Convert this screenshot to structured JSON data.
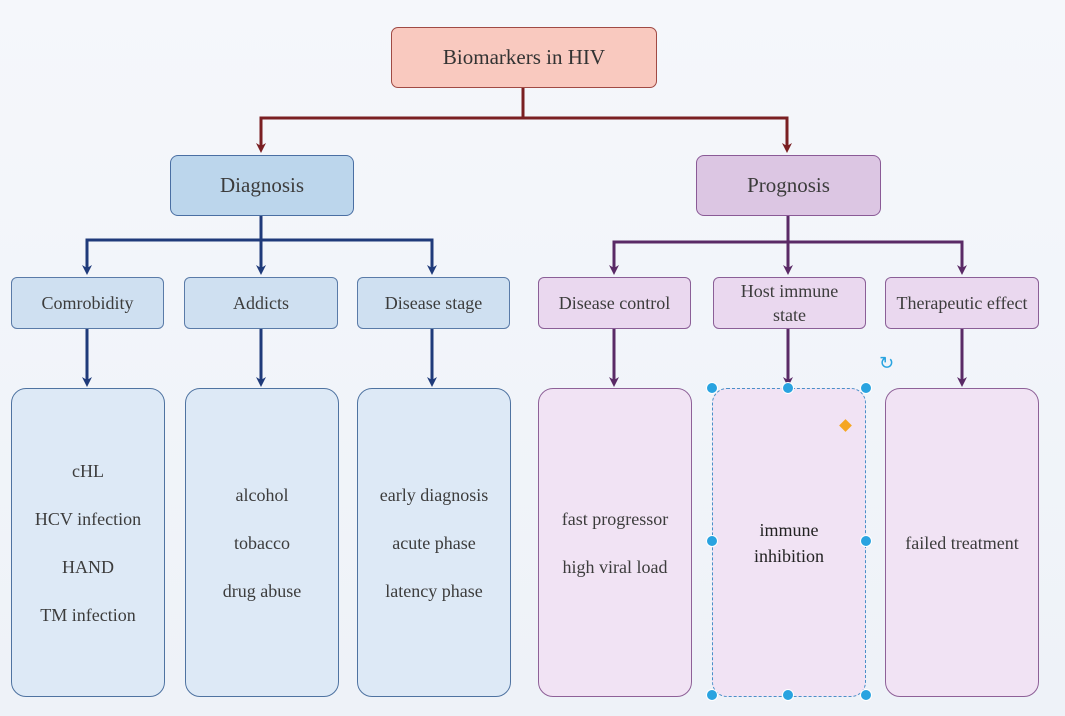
{
  "root": {
    "label": "Biomarkers in HIV"
  },
  "categories": {
    "diagnosis": {
      "label": "Diagnosis"
    },
    "prognosis": {
      "label": "Prognosis"
    }
  },
  "diagnosis_subs": [
    {
      "label": "Comrobidity",
      "items": [
        "cHL",
        "HCV infection",
        "HAND",
        "TM infection"
      ]
    },
    {
      "label": "Addicts",
      "items": [
        "alcohol",
        "tobacco",
        "drug abuse"
      ]
    },
    {
      "label": "Disease stage",
      "items": [
        "early diagnosis",
        "acute phase",
        "latency phase"
      ]
    }
  ],
  "prognosis_subs": [
    {
      "label": "Disease control",
      "items": [
        "fast progressor",
        "high viral load"
      ]
    },
    {
      "label": "Host immune state",
      "items": [
        "immune inhibition"
      ]
    },
    {
      "label": "Therapeutic effect",
      "items": [
        "failed treatment"
      ]
    }
  ],
  "colors": {
    "root_line": "#7a1f22",
    "diagnosis_line": "#1f3a7a",
    "prognosis_line": "#5a2a66",
    "selection": "#29a3e0"
  },
  "icons": {
    "rotate": "rotate-icon",
    "diamond": "resize-diamond-icon"
  }
}
